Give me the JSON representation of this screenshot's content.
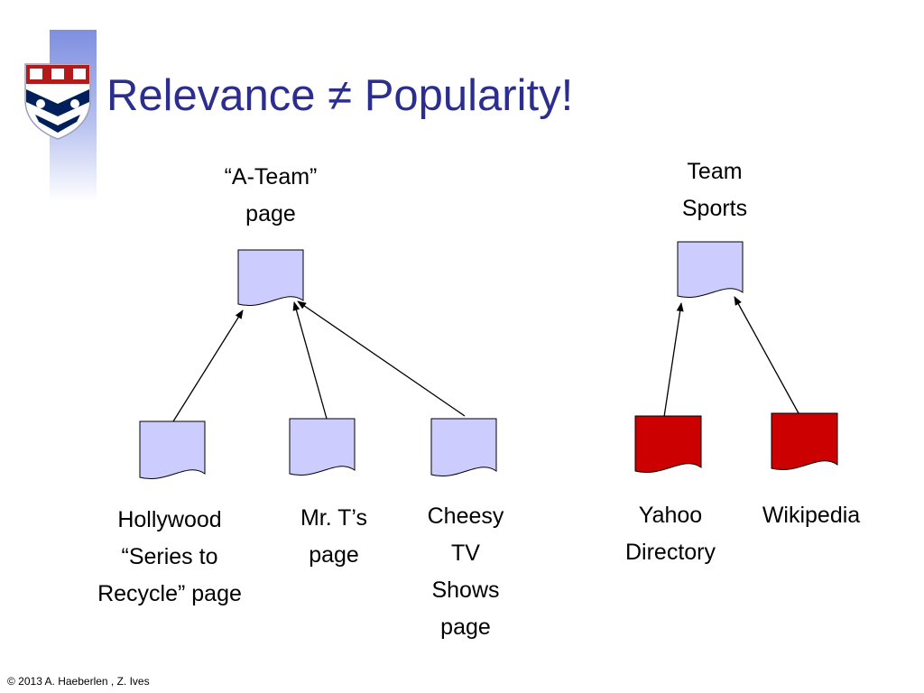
{
  "title": {
    "part1": "Relevance",
    "neq": "≠",
    "part2": "Popularity!"
  },
  "colors": {
    "title": "#2b2e8f",
    "page_fill": "#ccccff",
    "highlight_fill": "#cc0000",
    "accent": "#7f8fe0"
  },
  "icons": {
    "logo": "university-shield-icon"
  },
  "diagram": {
    "targets": [
      {
        "id": "ateam",
        "label_lines": [
          "“A-Team”",
          "page"
        ]
      },
      {
        "id": "sports",
        "label_lines": [
          "Team",
          "Sports"
        ]
      }
    ],
    "sources": [
      {
        "id": "hollywood",
        "label_lines": [
          "Hollywood",
          "“Series to",
          "Recycle” page"
        ],
        "links_to": "ateam",
        "highlighted": false
      },
      {
        "id": "mrt",
        "label_lines": [
          "Mr. T’s",
          "page"
        ],
        "links_to": "ateam",
        "highlighted": false
      },
      {
        "id": "cheesy",
        "label_lines": [
          "Cheesy",
          "TV",
          "Shows",
          "page"
        ],
        "links_to": "ateam",
        "highlighted": false
      },
      {
        "id": "yahoo",
        "label_lines": [
          "Yahoo",
          "Directory"
        ],
        "links_to": "sports",
        "highlighted": true
      },
      {
        "id": "wikipedia",
        "label_lines": [
          "Wikipedia"
        ],
        "links_to": "sports",
        "highlighted": true
      }
    ]
  },
  "footer": "© 2013 A. Haeberlen , Z. Ives"
}
